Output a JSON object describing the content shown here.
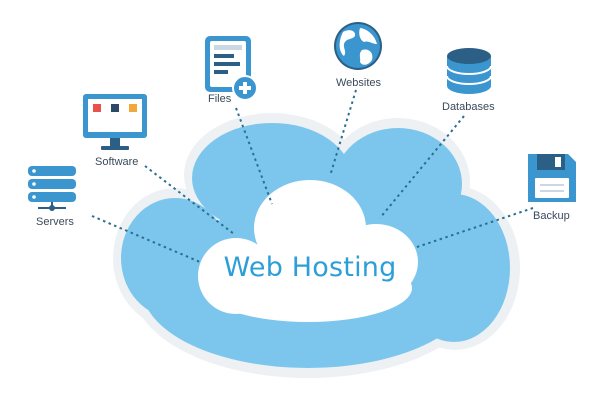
{
  "diagram": {
    "title": "Web Hosting",
    "colors": {
      "cloud_fill": "#7cc6ee",
      "cloud_halo": "#eef1f3",
      "inner_cloud": "#ffffff",
      "connector": "#2b6f8e",
      "icon_blue": "#3b96cf",
      "icon_dark": "#2c5f86",
      "title_text": "#2d9fd8"
    },
    "nodes": [
      {
        "id": "servers",
        "label": "Servers",
        "icon": "servers-icon"
      },
      {
        "id": "software",
        "label": "Software",
        "icon": "monitor-icon"
      },
      {
        "id": "files",
        "label": "Files",
        "icon": "add-file-icon"
      },
      {
        "id": "websites",
        "label": "Websites",
        "icon": "globe-icon"
      },
      {
        "id": "databases",
        "label": "Databases",
        "icon": "database-icon"
      },
      {
        "id": "backup",
        "label": "Backup",
        "icon": "floppy-disk-icon"
      }
    ]
  }
}
